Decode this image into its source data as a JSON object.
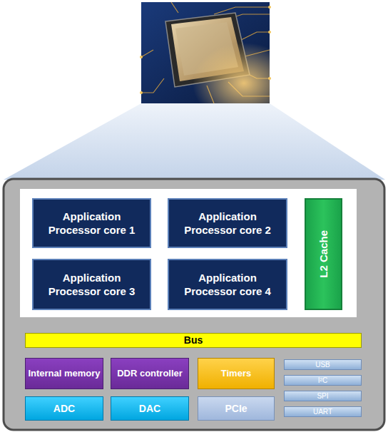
{
  "diagram": {
    "nodes": [
      {
        "text": [
          "Application Processor core 1"
        ]
      },
      {
        "text": [
          "Application Processor core 2"
        ]
      },
      {
        "text": [
          "L2 Cache"
        ]
      },
      {
        "text": [
          "Application Processor core 3"
        ]
      },
      {
        "text": [
          "Application Processor core 4"
        ]
      },
      {
        "text": [
          "Bus"
        ]
      },
      {
        "text": [
          "Internal memory"
        ]
      },
      {
        "text": [
          "DDR controller"
        ]
      },
      {
        "text": [
          "Timers"
        ]
      },
      {
        "text": [
          "USB"
        ]
      },
      {
        "text": [
          "I²C"
        ]
      },
      {
        "text": [
          "ADC"
        ]
      },
      {
        "text": [
          "DAC"
        ]
      },
      {
        "text": [
          "PCIe"
        ]
      },
      {
        "text": [
          "SPI"
        ]
      },
      {
        "text": [
          "UART"
        ]
      }
    ]
  }
}
